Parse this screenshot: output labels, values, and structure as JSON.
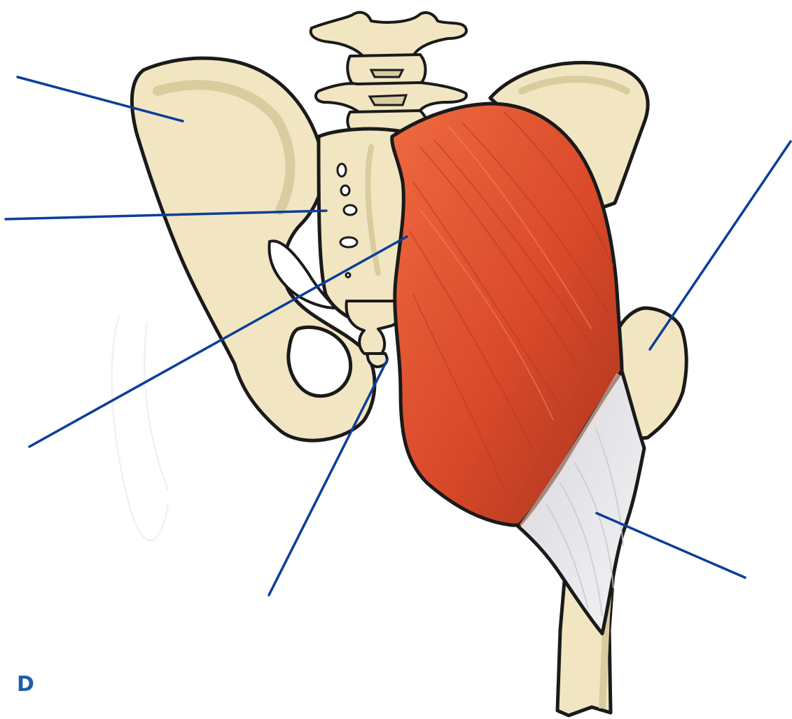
{
  "figure": {
    "panel_letter": "D"
  },
  "colors": {
    "bone": "#f1e6c1",
    "bone_shadow": "#d9cc9f",
    "outline": "#1a1a1a",
    "muscle": "#e2522f",
    "muscle_dark": "#b83a20",
    "tendon": "#e8e8ea",
    "leader_line": "#0b3e99",
    "letter": "#1d5fa8"
  },
  "leader_lines": [
    {
      "id": "ilium"
    },
    {
      "id": "sacrum"
    },
    {
      "id": "gluteus-maximus"
    },
    {
      "id": "coccyx"
    },
    {
      "id": "greater-trochanter"
    },
    {
      "id": "iliotibial-tract"
    }
  ]
}
